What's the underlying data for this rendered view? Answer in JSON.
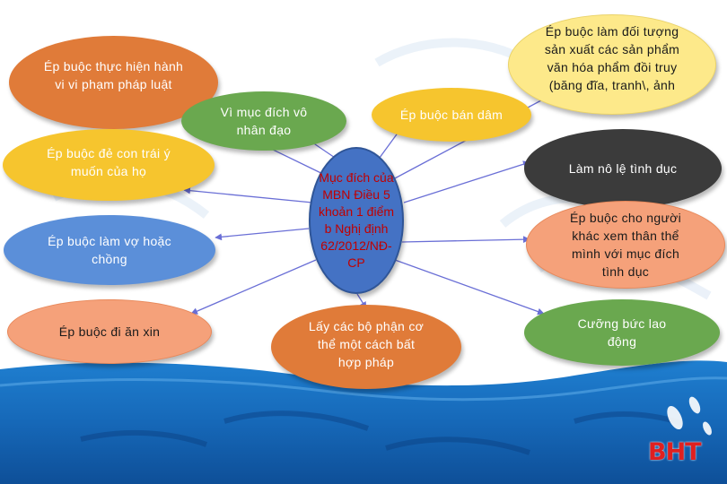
{
  "colors": {
    "orange": "#e07b39",
    "green": "#6aa84f",
    "yellow": "#f6c52e",
    "blue": "#5b8fd9",
    "peach": "#f5a17a",
    "light_yellow": "#fde98a",
    "dark_gray": "#3b3b3b",
    "center_fill": "#4472c4",
    "center_text": "#c00000",
    "arrow": "#6a6fd6",
    "logo": "#e02020"
  },
  "center": {
    "label": "Mục đích của MBN Điều 5 khoản 1 điểm b Nghị định 62/2012/NĐ-CP"
  },
  "nodes": {
    "n1": "Ép buộc thực hiện hành vi vi phạm pháp luật",
    "n2": "Vì mục đích vô nhân đạo",
    "n3": "Ép buộc đẻ con trái ý muốn của họ",
    "n4": "Ép buộc làm vợ hoặc chồng",
    "n5": "Ép buộc đi ăn xin",
    "n6": "Lấy các bộ phận cơ thể một cách bất hợp pháp",
    "n7": "Ép buộc bán dâm",
    "n8": "Ép buộc làm đối tượng sản xuất các sản phẩm văn hóa phẩm đồi truy (băng đĩa, tranh\\, ảnh",
    "n9": "Làm nô lệ tình dục",
    "n10": "Ép buộc cho người khác xem thân thể mình với mục đích tình dục",
    "n11": "Cưỡng bức lao động"
  },
  "logo": "BHT"
}
